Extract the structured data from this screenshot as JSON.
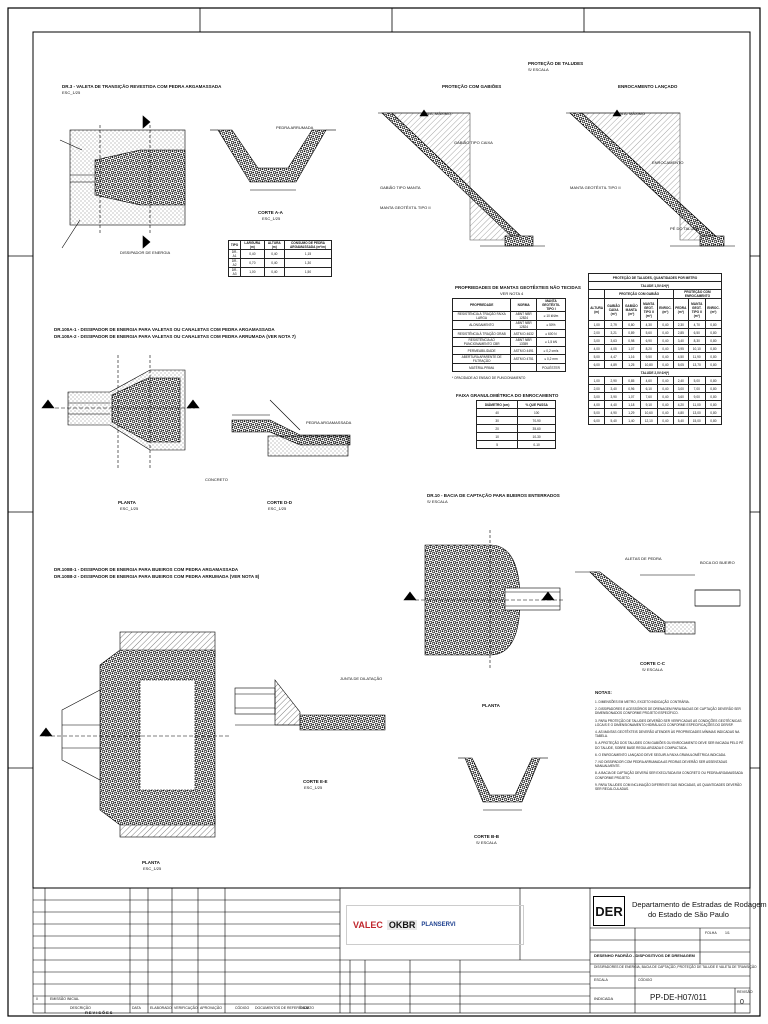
{
  "sections": {
    "s1_title": "DR.3 - VALETA DE TRANSIÇÃO REVESTIDA COM PEDRA ARGAMASSADA",
    "s1_scale": "ESC_1/25",
    "corte_aa": "CORTE A-A",
    "corte_aa_scale": "ESC_1/25",
    "protecao_taludes": "PROTEÇÃO DE TALUDES",
    "protecao_scale": "S/ ESCALA",
    "gabioes": "PROTEÇÃO COM GABIÕES",
    "enrocamento": "ENROCAMENTO LANÇADO",
    "s2_title_a": "DR.100A-1 - DISSIPADOR DE ENERGIA PARA VALETAS OU CANALETAS COM PEDRA ARGAMASSADA",
    "s2_title_b": "DR.100A-2 - DISSIPADOR DE ENERGIA PARA VALETAS OU CANALETAS COM PEDRA ARRUMADA (VER NOTA 7)",
    "planta": "PLANTA",
    "planta_scale": "ESC_1/25",
    "corte_dd": "CORTE D-D",
    "corte_dd_scale": "ESC_1/25",
    "s3_title": "DR.10 - BACIA DE CAPTAÇÃO PARA BUEIROS ENTERRADOS",
    "s3_scale": "S/ ESCALA",
    "s4_title_a": "DR.100B-1 - DISSIPADOR DE ENERGIA PARA BUEIROS COM PEDRA ARGAMASSADA",
    "s4_title_b": "DR.100B-2 - DISSIPADOR DE ENERGIA PARA BUEIROS COM PEDRA ARRUMADA (VER NOTA 8)",
    "corte_ee": "CORTE E-E",
    "corte_ee_scale": "ESC_1/25",
    "planta2": "PLANTA",
    "planta2_scale": "ESC_1/25",
    "planta3": "PLANTA",
    "corte_cc": "CORTE C-C",
    "corte_cc_scale": "S/ ESCALA",
    "corte_bb": "CORTE B-B",
    "corte_bb_scale": "S/ ESCALA",
    "notas": "NOTAS:"
  },
  "labels": {
    "nivel_agua": "N.A. MÁXIMO",
    "pedra_arrumada": "PEDRA ARRUMADA",
    "dissipador": "DISSIPADOR DE ENERGIA",
    "gabiao_caixa": "GABIÃO TIPO CAIXA",
    "gabiao_manta": "GABIÃO TIPO MANTA",
    "manta_geotextil": "MANTA GEOTÊXTIL TIPO II",
    "enrocamento": "ENROCAMENTO",
    "pe_talude": "PÉ DO TALUDE",
    "boca_bueiro": "BOCA DO BUEIRO",
    "aletas": "ALETAS DE PEDRA",
    "pedra_argamassada": "PEDRA ARGAMASSADA",
    "concreto": "CONCRETO",
    "junta": "JUNTA DE DILATAÇÃO"
  },
  "table_aa": {
    "headers": [
      "TIPO",
      "LARGURA (m)",
      "ALTURA (m)",
      "CONSUMO DE PEDRA ARGAMASSADA (m³/m)"
    ],
    "rows": [
      [
        "DR-A1",
        "0,40",
        "0,40",
        "1,15"
      ],
      [
        "DR-A2",
        "0,70",
        "0,40",
        "1,30"
      ],
      [
        "DR-A3",
        "1,00",
        "0,40",
        "1,50"
      ]
    ]
  },
  "table_manta": {
    "title": "PROPRIEDADES DE MANTAS GEOTÊXTEIS NÃO TECIDAS",
    "subtitle": "VER NOTA 4",
    "headers": [
      "PROPRIEDADE",
      "NORMA",
      "MANTA GEOTÊXTIL TIPO I"
    ],
    "rows": [
      [
        "RESISTÊNCIA À TRAÇÃO FAIXA LARGA",
        "ABNT NBR 12824",
        "≥ 10 kN/m"
      ],
      [
        "ALONGAMENTO",
        "ABNT NBR 12824",
        "≥ 50%"
      ],
      [
        "RESISTÊNCIA À TRAÇÃO GRAB",
        "ASTM D 4632",
        "≥ 600 N"
      ],
      [
        "RESISTÊNCIA AO PUNCIONAMENTO CBR",
        "ABNT NBR 13359",
        "≥ 1,5 kN"
      ],
      [
        "PERMEABILIDADE",
        "ASTM D 4491",
        "≥ 0,2 cm/s"
      ],
      [
        "ABERTURA APARENTE DE FILTRAÇÃO",
        "ASTM D 4751",
        "≤ 0,2 mm"
      ],
      [
        "MATÉRIA-PRIMA",
        "",
        "POLIÉSTER"
      ]
    ],
    "footnote": "* OPACIDADE AO ENSAIO DE PUNCIONAMENTO"
  },
  "table_granulometria": {
    "title": "FAIXA GRANULOMÉTRICA DO ENROCAMENTO",
    "headers": [
      "DIÂMETRO (cm)",
      "% QUE PASSA"
    ],
    "rows": [
      [
        "40",
        "100"
      ],
      [
        "30",
        "70-90"
      ],
      [
        "20",
        "35-60"
      ],
      [
        "10",
        "10-30"
      ],
      [
        "5",
        "0-10"
      ]
    ]
  },
  "table_quant": {
    "title": "PROTEÇÃO DE TALUDES, QUANTIDADES POR METRO",
    "subtitle1": "TALUDE 1,5V:1H(*)",
    "subtitle2": "TALUDE 2,0V:1H(*)",
    "group1": "PROTEÇÃO COM GABIÃO",
    "group2": "PROTEÇÃO COM ENROCAMENTO",
    "headers": [
      "ALTURA (m)",
      "GABIÃO CAIXA (m³)",
      "GABIÃO MANTA (m³)",
      "MANTA GEOT. TIPO II (m²)",
      "ENROC. (m³)",
      "PEDRA (m³)",
      "MANTA GEOT. TIPO II (m²)",
      "ENROC. (m³)"
    ],
    "rows1": [
      [
        "1,00",
        "2,79",
        "0,80",
        "4,30",
        "0,40",
        "2,30",
        "4,70",
        "0,80"
      ],
      [
        "2,00",
        "3,21",
        "0,89",
        "5,60",
        "0,40",
        "2,85",
        "6,50",
        "0,80"
      ],
      [
        "3,00",
        "3,63",
        "0,98",
        "6,90",
        "0,40",
        "3,40",
        "8,30",
        "0,80"
      ],
      [
        "4,00",
        "4,05",
        "1,07",
        "8,20",
        "0,40",
        "3,95",
        "10,10",
        "0,80"
      ],
      [
        "5,00",
        "4,47",
        "1,16",
        "9,50",
        "0,40",
        "4,50",
        "11,90",
        "0,80"
      ],
      [
        "6,00",
        "4,89",
        "1,25",
        "10,80",
        "0,40",
        "5,05",
        "13,70",
        "0,80"
      ]
    ],
    "rows2": [
      [
        "1,00",
        "2,90",
        "0,85",
        "4,60",
        "0,40",
        "2,40",
        "5,00",
        "0,80"
      ],
      [
        "2,00",
        "3,40",
        "0,96",
        "6,10",
        "0,40",
        "3,00",
        "7,00",
        "0,80"
      ],
      [
        "3,00",
        "3,90",
        "1,07",
        "7,60",
        "0,40",
        "3,60",
        "9,00",
        "0,80"
      ],
      [
        "4,00",
        "4,40",
        "1,18",
        "9,10",
        "0,40",
        "4,20",
        "11,00",
        "0,80"
      ],
      [
        "5,00",
        "4,90",
        "1,29",
        "10,60",
        "0,40",
        "4,80",
        "13,00",
        "0,80"
      ],
      [
        "6,00",
        "5,40",
        "1,40",
        "12,10",
        "0,40",
        "5,40",
        "15,00",
        "0,80"
      ]
    ]
  },
  "notes": [
    "1. DIMENSÕES EM METRO, EXCETO INDICAÇÃO CONTRÁRIA.",
    "2. DISSIPADORES E ACESSÓRIOS DE DRENAGEM PARA BACIAS DE CAPTAÇÃO DEVERÃO SER DIMENSIONADOS CONFORME PROJETO ESPECÍFICO.",
    "3. PARA PROTEÇÃO DE TALUDES DEVERÃO SER VERIFICADAS AS CONDIÇÕES GEOTÉCNICAS LOCAIS E O DIMENSIONAMENTO HIDRÁULICO CONFORME ESPECIFICAÇÕES DO DER/SP.",
    "4. AS MANTAS GEOTÊXTEIS DEVERÃO ATENDER ÀS PROPRIEDADES MÍNIMAS INDICADAS NA TABELA.",
    "5. A PROTEÇÃO DOS TALUDES COM GABIÕES OU ENROCAMENTO DEVE SER INICIADA PELO PÉ DO TALUDE, SOBRE BASE REGULARIZADA E COMPACTADA.",
    "6. O ENROCAMENTO LANÇADO DEVE SEGUIR A FAIXA GRANULOMÉTRICA INDICADA.",
    "7. NO DISSIPADOR COM PEDRA ARRUMADA AS PEDRAS DEVERÃO SER ASSENTADAS MANUALMENTE.",
    "8. A BACIA DE CAPTAÇÃO DEVERÁ SER EXECUTADA EM CONCRETO OU PEDRA ARGAMASSADA CONFORME PROJETO.",
    "9. PARA TALUDES COM INCLINAÇÃO DIFERENTE DAS INDICADAS, AS QUANTIDADES DEVERÃO SER RECALCULADAS."
  ],
  "title_block": {
    "der_logo": "DER",
    "org_line1": "Departamento de Estradas de Rodagem",
    "org_line2": "do Estado de São Paulo",
    "company1": "VALEC",
    "company2": "OKBR",
    "company3": "PLANSERVI",
    "revisoes": "REVISÕES",
    "descricao": "DESCRIÇÃO",
    "data": "DATA",
    "elaborado": "ELABORADO",
    "verificado": "VERIFICAÇÃO",
    "aprovado": "APROVAÇÃO",
    "docs_ref": "DOCUMENTOS DE REFERÊNCIA",
    "codigo": "CÓDIGO",
    "objeto": "OBJETO",
    "rev0": "0",
    "rev0_desc": "EMISSÃO INICIAL",
    "drawing_title": "DESENHO PADRÃO - DISPOSITIVOS DE DRENAGEM",
    "drawing_sub": "DISSIPADORES DE ENERGIA, BACIA DE CAPTAÇÃO, PROTEÇÃO DE TALUDE E VALETA DE TRANSIÇÃO",
    "escala": "ESCALA",
    "escala_val": "INDICADA",
    "codigo_label": "CÓDIGO",
    "code": "PP-DE-H07/011",
    "rev_label": "REVISÃO",
    "rev_val": "0",
    "folha": "FOLHA",
    "folha_val": "1/1"
  }
}
